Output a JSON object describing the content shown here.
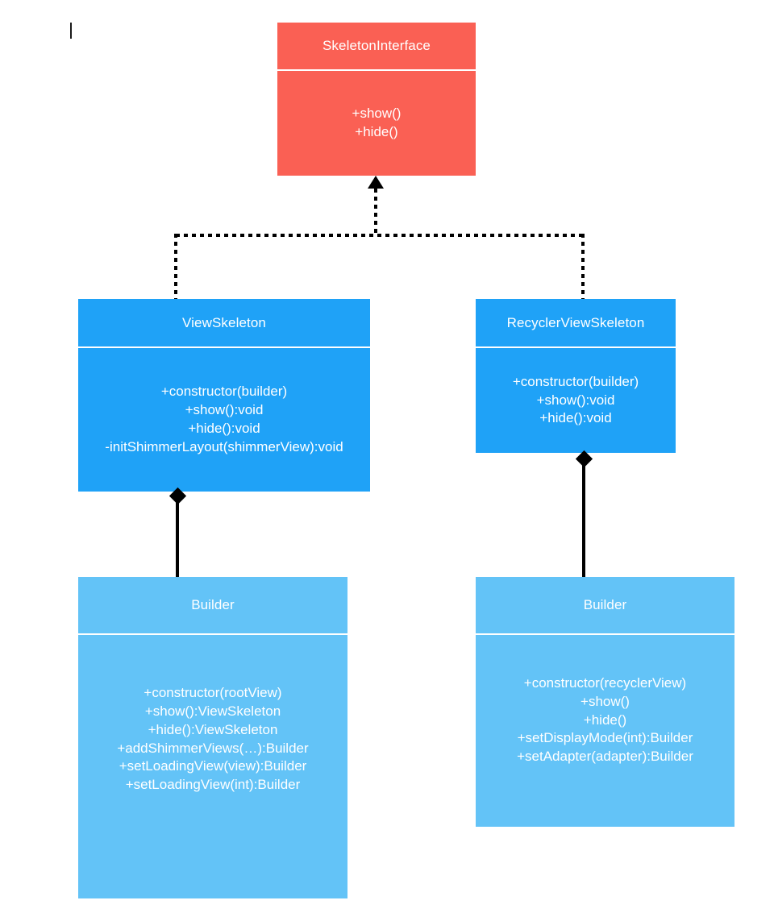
{
  "diagram": {
    "title": "Skeleton UML class diagram",
    "type": "uml-class-diagram",
    "background_color": "#ffffff",
    "colors": {
      "interface": "#fa6054",
      "implementation": "#1fa2f7",
      "builder": "#63c3f7",
      "connector": "#000000",
      "text": "#ffffff"
    },
    "caret": {
      "visible": true
    }
  },
  "classes": {
    "skeleton_interface": {
      "name": "SkeletonInterface",
      "stereotype": "interface",
      "color": "#fa6054",
      "members": [
        "+show()",
        "+hide()"
      ]
    },
    "view_skeleton": {
      "name": "ViewSkeleton",
      "color": "#1fa2f7",
      "members": [
        "+constructor(builder)",
        "+show():void",
        "+hide():void",
        "-initShimmerLayout(shimmerView):void"
      ]
    },
    "recycler_view_skeleton": {
      "name": "RecyclerViewSkeleton",
      "color": "#1fa2f7",
      "members": [
        "+constructor(builder)",
        "+show():void",
        "+hide():void"
      ]
    },
    "view_skeleton_builder": {
      "name": "Builder",
      "color": "#63c3f7",
      "members": [
        "+constructor(rootView)",
        "+show():ViewSkeleton",
        "+hide():ViewSkeleton",
        "+addShimmerViews(…):Builder",
        "+setLoadingView(view):Builder",
        "+setLoadingView(int):Builder"
      ]
    },
    "recycler_view_skeleton_builder": {
      "name": "Builder",
      "color": "#63c3f7",
      "members": [
        "+constructor(recyclerView)",
        "+show()",
        "+hide()",
        "+setDisplayMode(int):Builder",
        "+setAdapter(adapter):Builder"
      ]
    }
  },
  "relationships": [
    {
      "id": "realization-view-skeleton",
      "type": "realization",
      "line_style": "dashed",
      "from": "ViewSkeleton",
      "to": "SkeletonInterface",
      "arrow": "hollow-triangle"
    },
    {
      "id": "realization-recycler-view-skeleton",
      "type": "realization",
      "line_style": "dashed",
      "from": "RecyclerViewSkeleton",
      "to": "SkeletonInterface",
      "arrow": "hollow-triangle"
    },
    {
      "id": "composition-view-skeleton-builder",
      "type": "composition",
      "line_style": "solid",
      "from": "ViewSkeleton",
      "to": "Builder",
      "arrow": "filled-diamond"
    },
    {
      "id": "composition-recycler-view-skeleton-builder",
      "type": "composition",
      "line_style": "solid",
      "from": "RecyclerViewSkeleton",
      "to": "Builder",
      "arrow": "filled-diamond"
    }
  ]
}
